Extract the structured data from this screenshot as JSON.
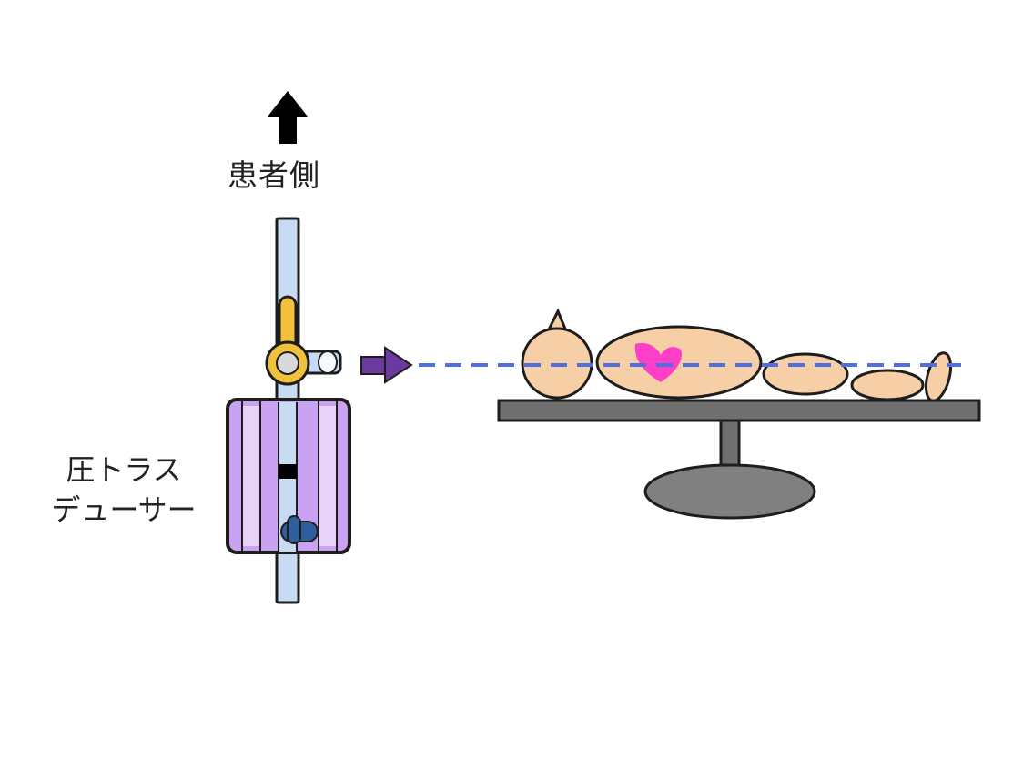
{
  "labels": {
    "patient_side": "患者側",
    "pressure_transducer_line1": "圧トラス",
    "pressure_transducer_line2": "デューサー"
  },
  "icons": {
    "up_arrow": "arrow-up-icon",
    "level_arrow": "arrow-right-icon",
    "heart": "heart-icon"
  },
  "colors": {
    "tubing": "#c9dbf2",
    "stopcock": "#f2c13c",
    "transducer_body": "#caa2f2",
    "transducer_panel": "#e8d2f7",
    "level_arrow": "#6a3aa0",
    "level_line": "#4f6fe0",
    "patient_body": "#f6cfa6",
    "heart": "#ff3ec8",
    "bed": "#707070",
    "bed_base": "#808080"
  }
}
